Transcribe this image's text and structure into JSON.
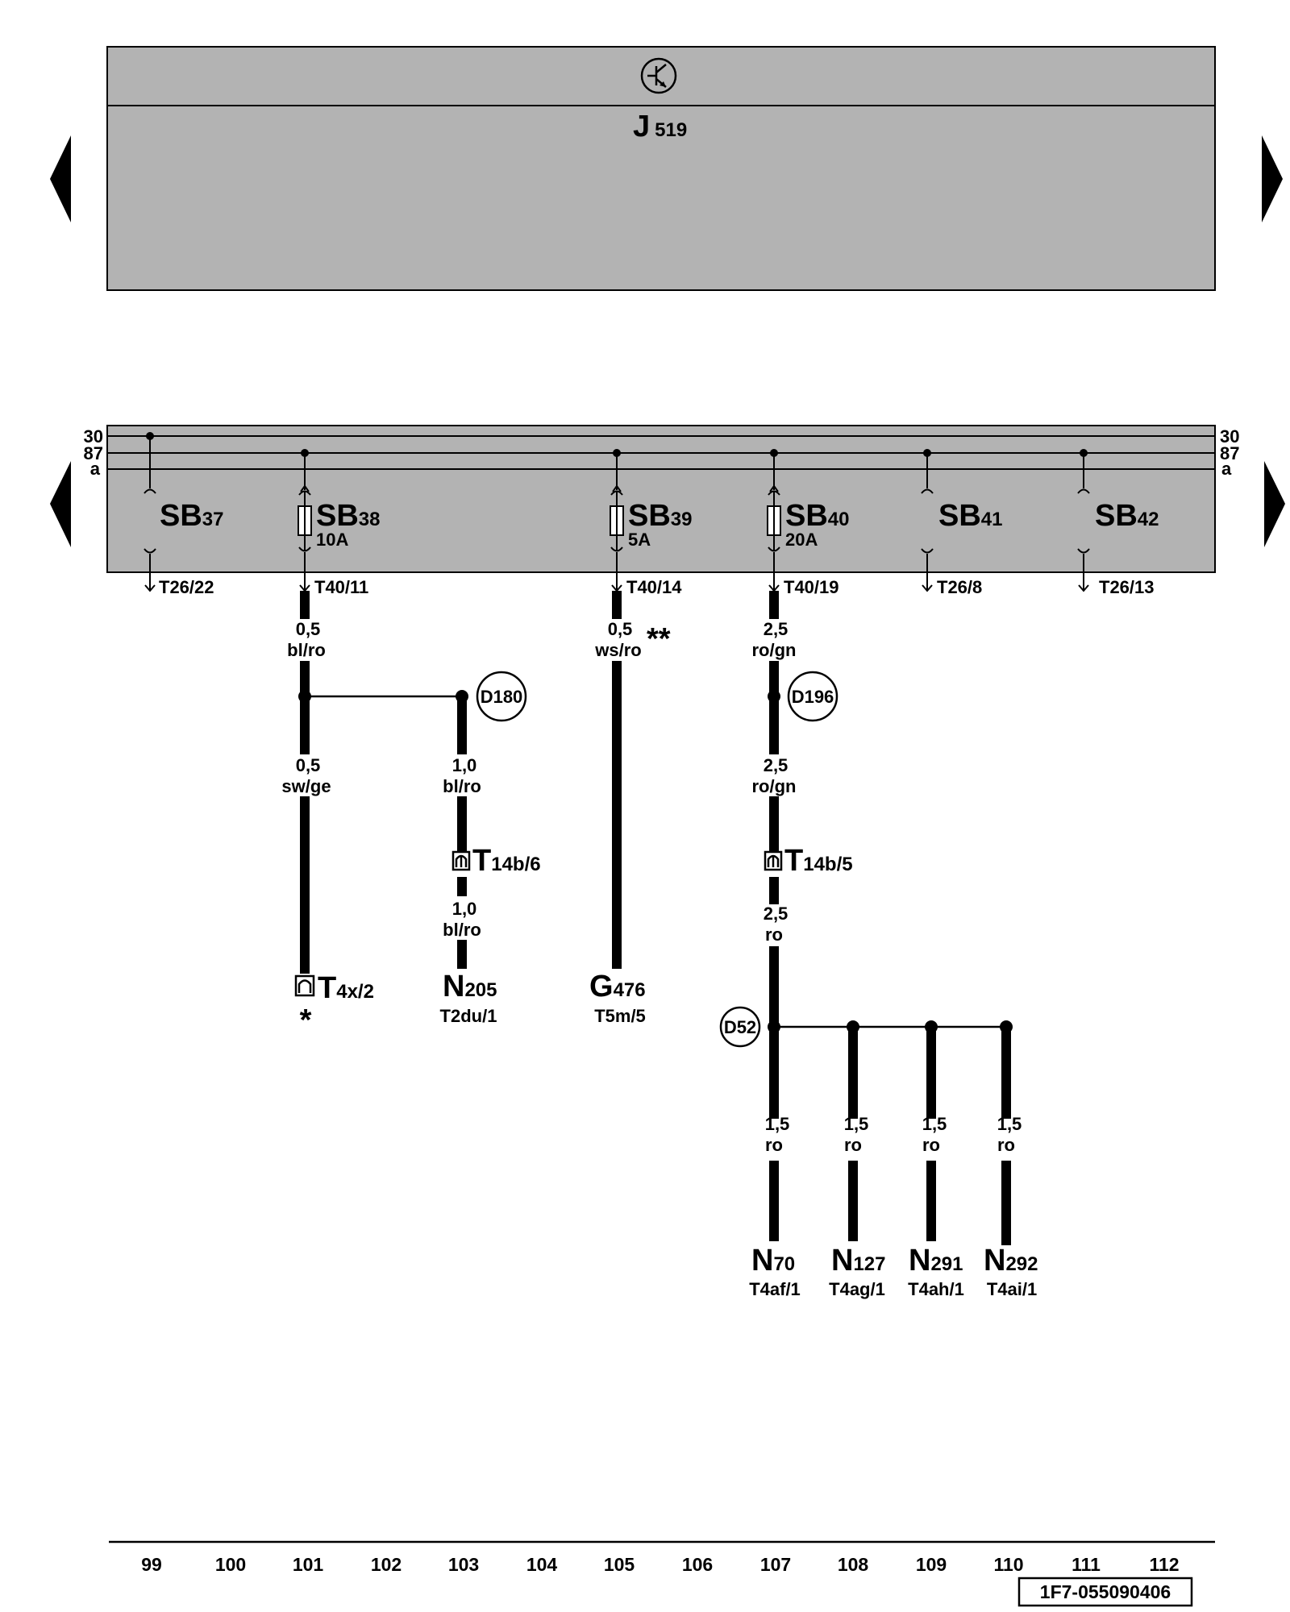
{
  "control_unit": {
    "symbol_icon": "control-unit-transistor-icon",
    "name": "J",
    "sub": "519"
  },
  "rails": {
    "left": [
      "30",
      "87",
      "a"
    ],
    "right": [
      "30",
      "87",
      "a"
    ]
  },
  "fuses": [
    {
      "name": "SB",
      "sub": "37",
      "rating": "",
      "terminal": "T26/22"
    },
    {
      "name": "SB",
      "sub": "38",
      "rating": "10A",
      "terminal": "T40/11"
    },
    {
      "name": "SB",
      "sub": "39",
      "rating": "5A",
      "terminal": "T40/14"
    },
    {
      "name": "SB",
      "sub": "40",
      "rating": "20A",
      "terminal": "T40/19"
    },
    {
      "name": "SB",
      "sub": "41",
      "rating": "",
      "terminal": "T26/8"
    },
    {
      "name": "SB",
      "sub": "42",
      "rating": "",
      "terminal": "T26/13"
    }
  ],
  "wires": {
    "w1": {
      "size": "0,5",
      "color": "bl/ro"
    },
    "w2": {
      "size": "0,5",
      "color": "sw/ge"
    },
    "w3": {
      "size": "1,0",
      "color": "bl/ro"
    },
    "w4": {
      "size": "1,0",
      "color": "bl/ro"
    },
    "w5": {
      "size": "0,5",
      "color": "ws/ro"
    },
    "w6": {
      "size": "2,5",
      "color": "ro/gn"
    },
    "w7": {
      "size": "2,5",
      "color": "ro/gn"
    },
    "w8": {
      "size": "2,5",
      "color": "ro"
    },
    "w9": {
      "size": "1,5",
      "color": "ro"
    },
    "w10": {
      "size": "1,5",
      "color": "ro"
    },
    "w11": {
      "size": "1,5",
      "color": "ro"
    },
    "w12": {
      "size": "1,5",
      "color": "ro"
    }
  },
  "notes": {
    "single_asterisk": "*",
    "double_asterisk": "**"
  },
  "junctions": {
    "d180": "D180",
    "d196": "D196",
    "d52": "D52"
  },
  "connectors": {
    "t14b6": {
      "name": "T",
      "sub": "14b/6"
    },
    "t14b5": {
      "name": "T",
      "sub": "14b/5"
    },
    "t4x2": {
      "name": "T",
      "sub": "4x/2"
    }
  },
  "components": [
    {
      "name": "N",
      "sub": "205",
      "connector": "T2du/1"
    },
    {
      "name": "G",
      "sub": "476",
      "connector": "T5m/5"
    },
    {
      "name": "N",
      "sub": "70",
      "connector": "T4af/1"
    },
    {
      "name": "N",
      "sub": "127",
      "connector": "T4ag/1"
    },
    {
      "name": "N",
      "sub": "291",
      "connector": "T4ah/1"
    },
    {
      "name": "N",
      "sub": "292",
      "connector": "T4ai/1"
    }
  ],
  "columns": [
    "99",
    "100",
    "101",
    "102",
    "103",
    "104",
    "105",
    "106",
    "107",
    "108",
    "109",
    "110",
    "111",
    "112"
  ],
  "diagram_id": "1F7-055090406",
  "navigation": {
    "prev_icon": "arrow-left-icon",
    "next_icon": "arrow-right-icon"
  }
}
